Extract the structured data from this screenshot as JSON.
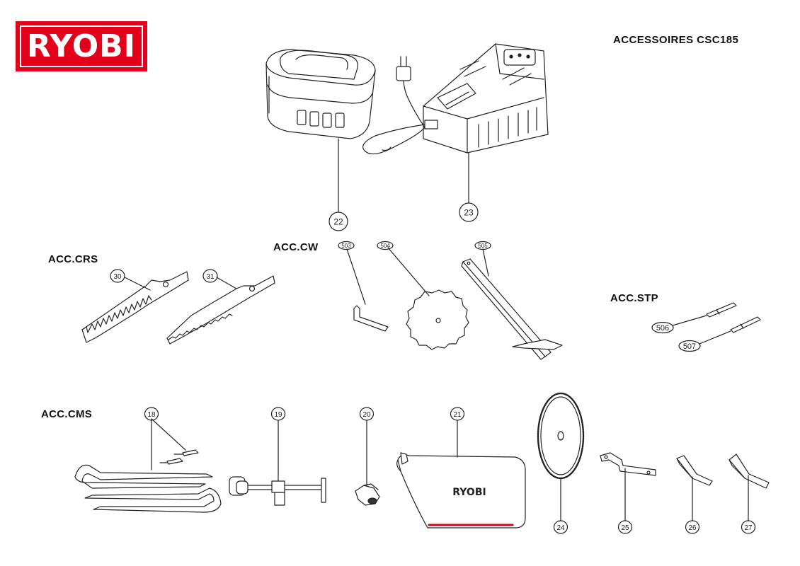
{
  "brand": {
    "logo_text": "RYOBI"
  },
  "title": "ACCESSOIRES CSC185",
  "groups": {
    "crs": "ACC.CRS",
    "cw": "ACC.CW",
    "stp": "ACC.STP",
    "cms": "ACC.CMS"
  },
  "callouts": {
    "battery": "22",
    "charger": "23",
    "blade_coarse": "30",
    "blade_fine": "31",
    "hex_key_cw": "503",
    "saw_blade_cw": "504",
    "rip_guide": "505",
    "bit_1": "506",
    "bit_2": "507",
    "stakes_screws": "18",
    "clamp": "19",
    "adapter": "20",
    "dust_bag": "21",
    "saw_blade": "24",
    "bracket": "25",
    "hex_key_small": "26",
    "hex_key_large": "27"
  },
  "bag_logo_text": "RYOBI",
  "colors": {
    "brand_red": "#e2001a",
    "line": "#222222",
    "bag_strip": "#d0021b"
  }
}
